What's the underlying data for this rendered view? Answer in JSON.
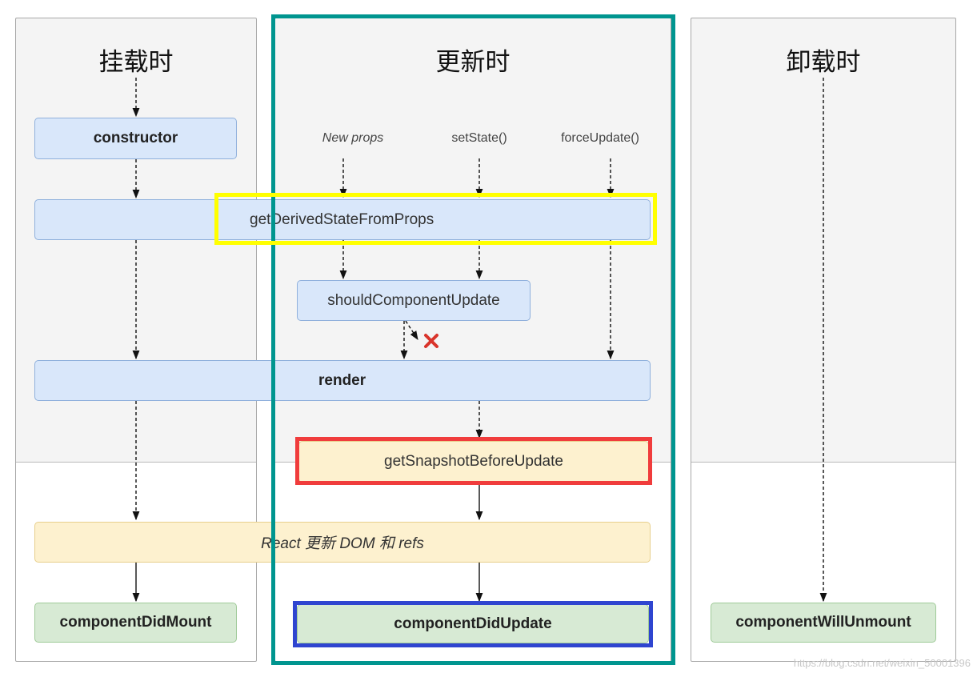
{
  "columns": {
    "mounting": "挂载时",
    "updating": "更新时",
    "unmounting": "卸载时"
  },
  "triggers": {
    "new_props": "New props",
    "set_state": "setState()",
    "force_update": "forceUpdate()"
  },
  "methods": {
    "constructor": "constructor",
    "get_derived_state": "getDerivedStateFromProps",
    "should_update": "shouldComponentUpdate",
    "render": "render",
    "get_snapshot": "getSnapshotBeforeUpdate",
    "react_updates_dom": "React 更新 DOM 和 refs",
    "did_mount": "componentDidMount",
    "did_update": "componentDidUpdate",
    "will_unmount": "componentWillUnmount"
  },
  "highlight_colors": {
    "updating_column": "#00958f",
    "get_derived_state": "#ffff00",
    "get_snapshot": "#f03c3c",
    "did_update": "#2f45d0"
  },
  "icons": {
    "cancel": "cross-icon"
  },
  "watermark": "https://blog.csdn.net/weixin_50001396"
}
